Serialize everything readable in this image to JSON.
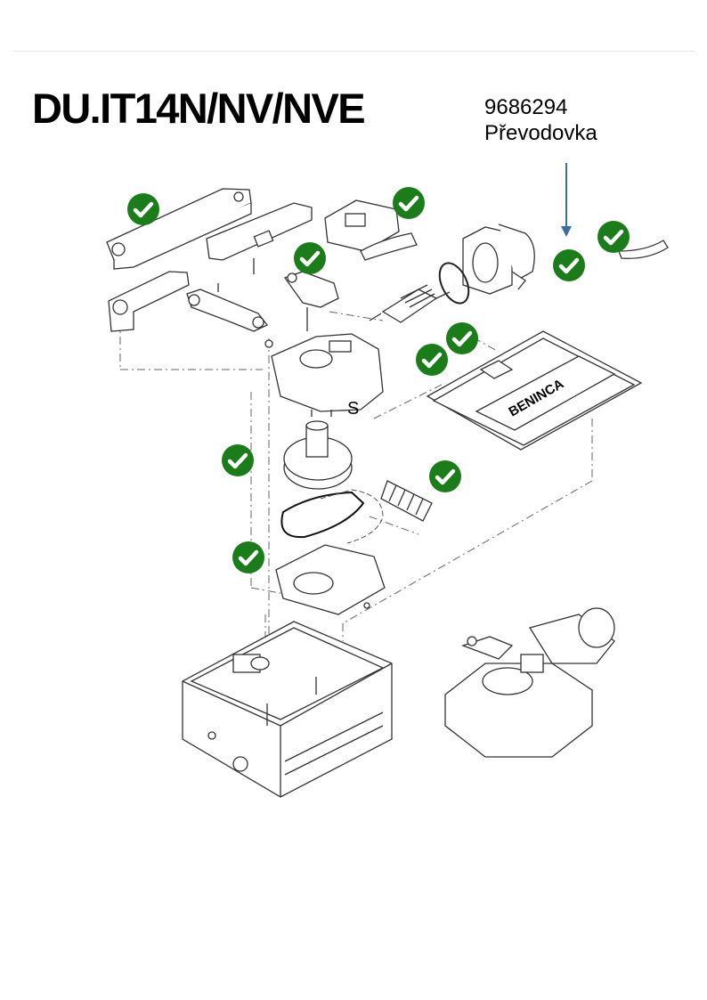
{
  "page": {
    "title": "DU.IT14N/NV/NVE",
    "part_number": "9686294",
    "part_name": "Převodovka",
    "part_marker": "S",
    "brand_logo": "BENINCA"
  },
  "colors": {
    "check_green": "#1a7d1a",
    "arrow_blue": "#3b6ea5",
    "line": "#333333"
  },
  "icons": {
    "check": "check-circle-icon",
    "arrow": "arrow-down-icon"
  }
}
